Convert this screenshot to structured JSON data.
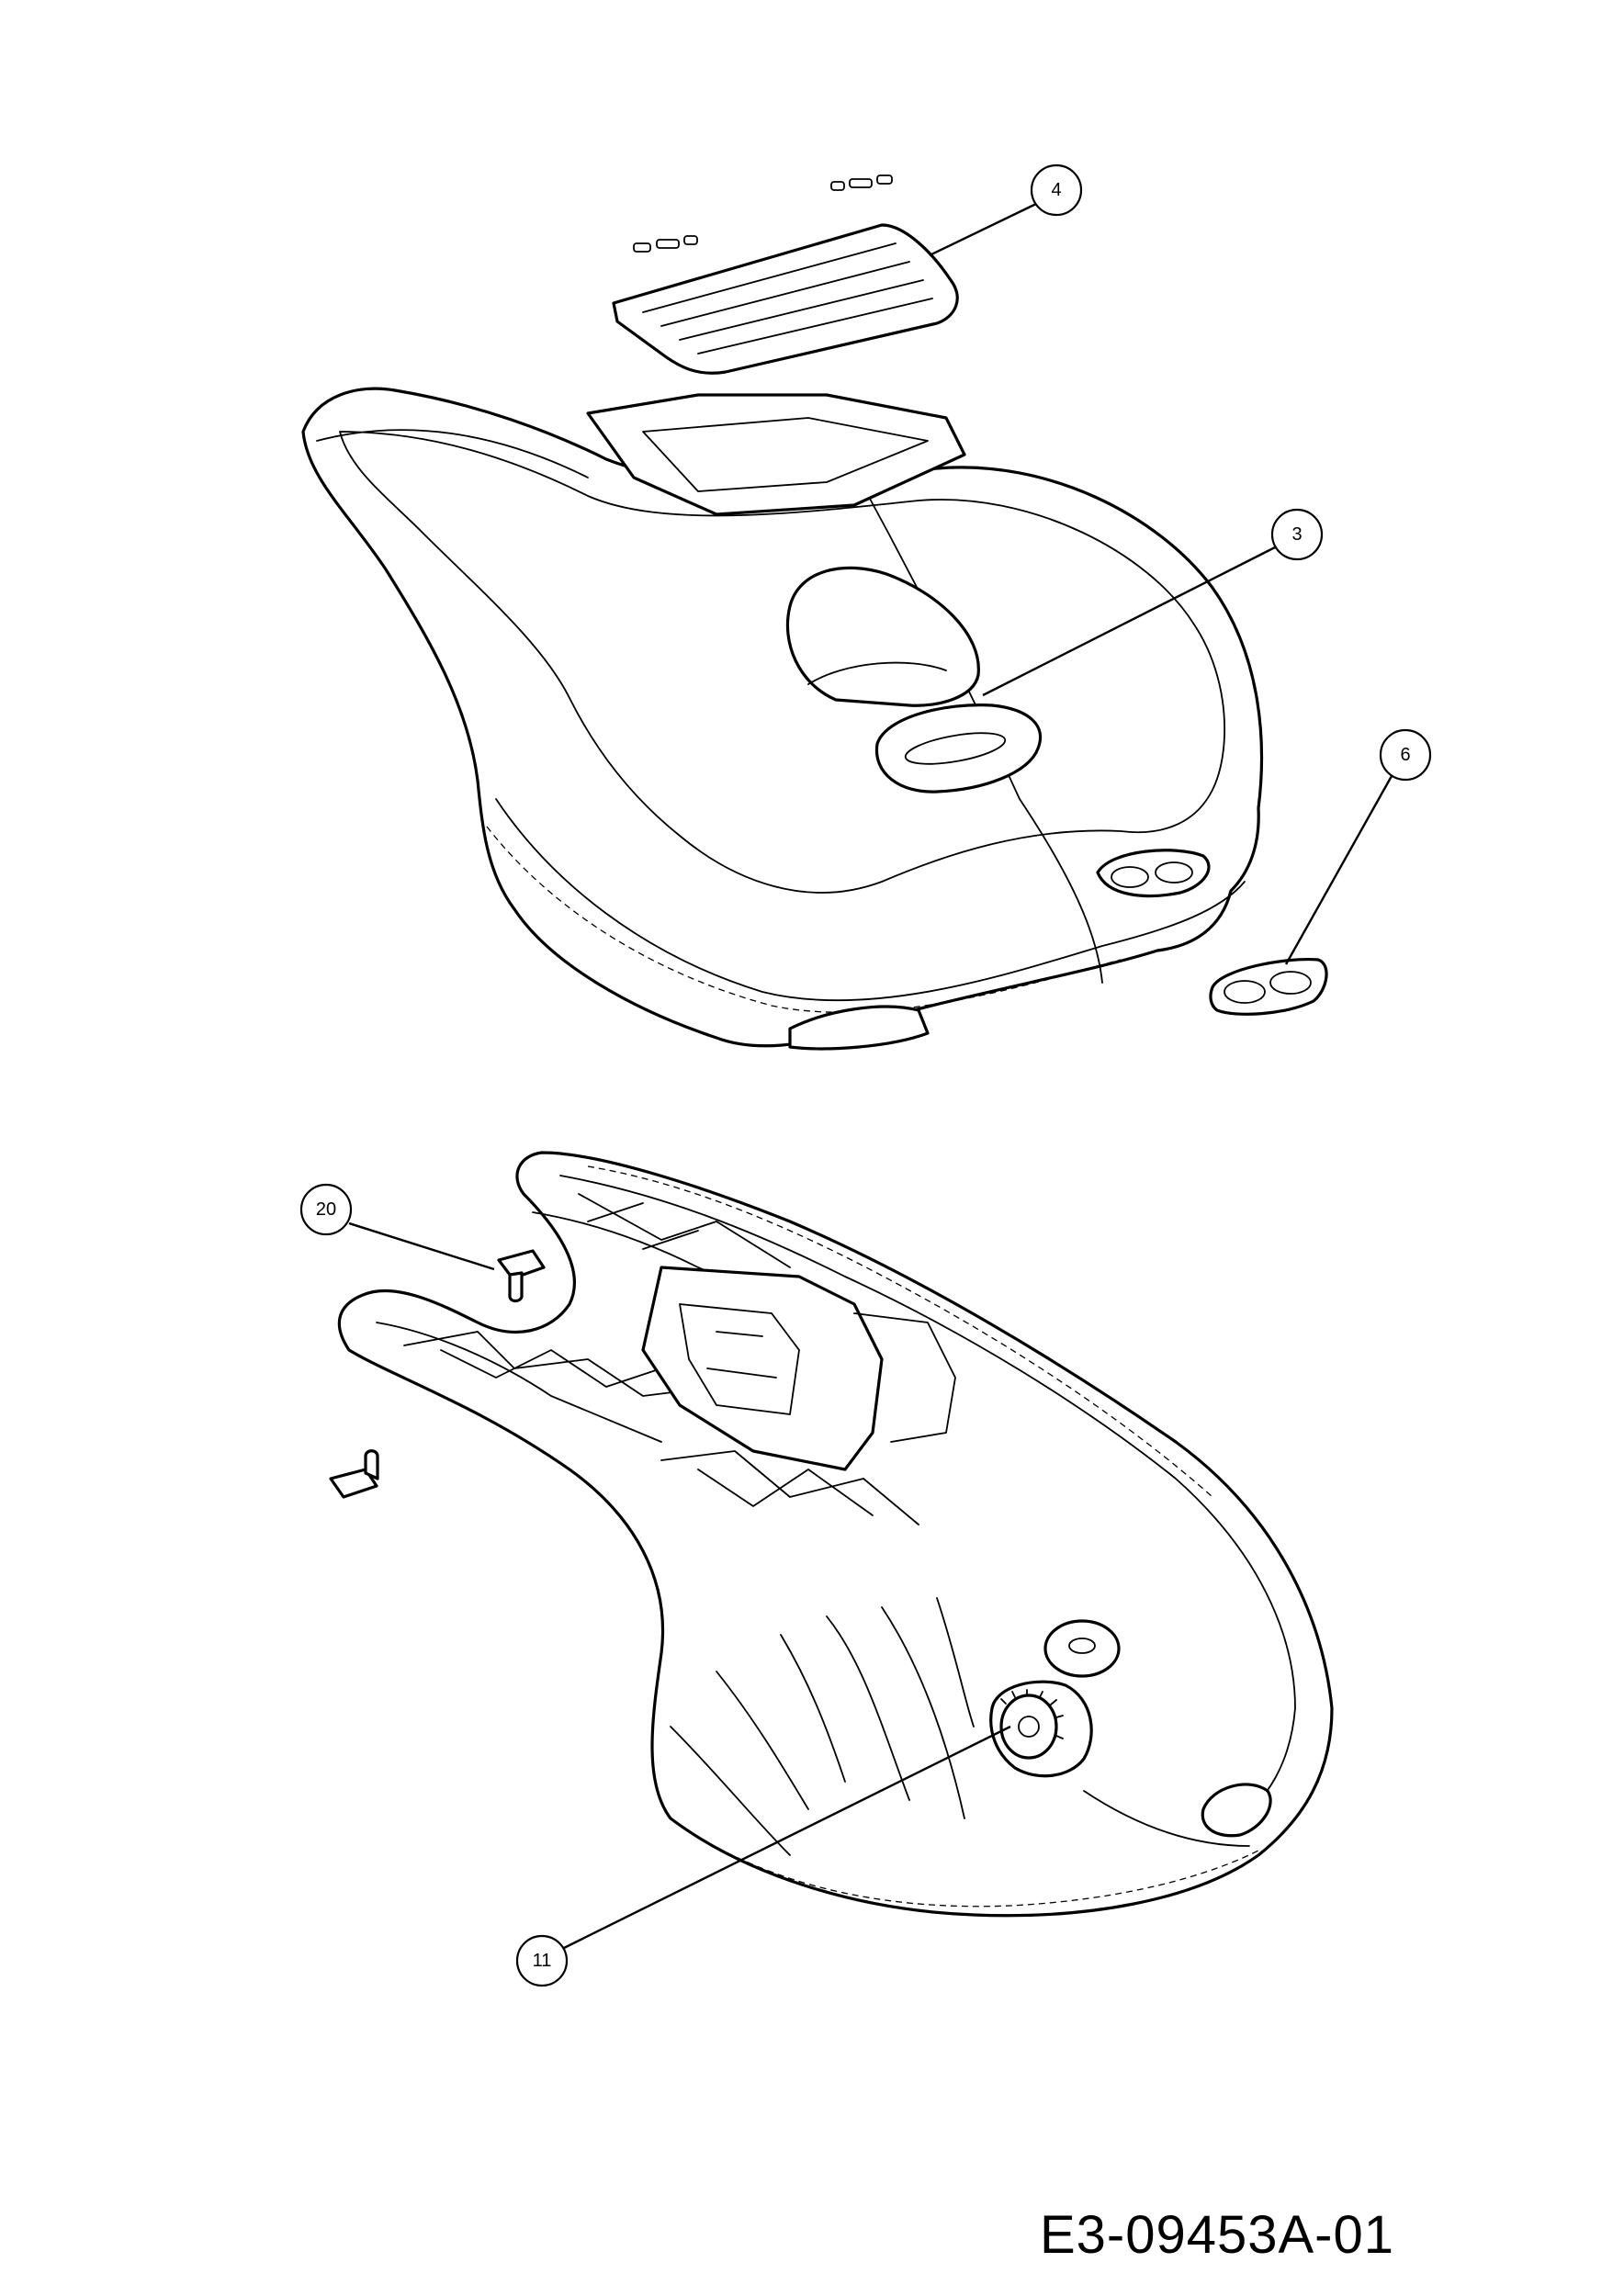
{
  "drawing": {
    "number": "E3-09453A-01"
  },
  "callouts": [
    {
      "id": "callout-4",
      "label": "4"
    },
    {
      "id": "callout-3",
      "label": "3"
    },
    {
      "id": "callout-6",
      "label": "6"
    },
    {
      "id": "callout-20",
      "label": "20"
    },
    {
      "id": "callout-11",
      "label": "11"
    }
  ]
}
